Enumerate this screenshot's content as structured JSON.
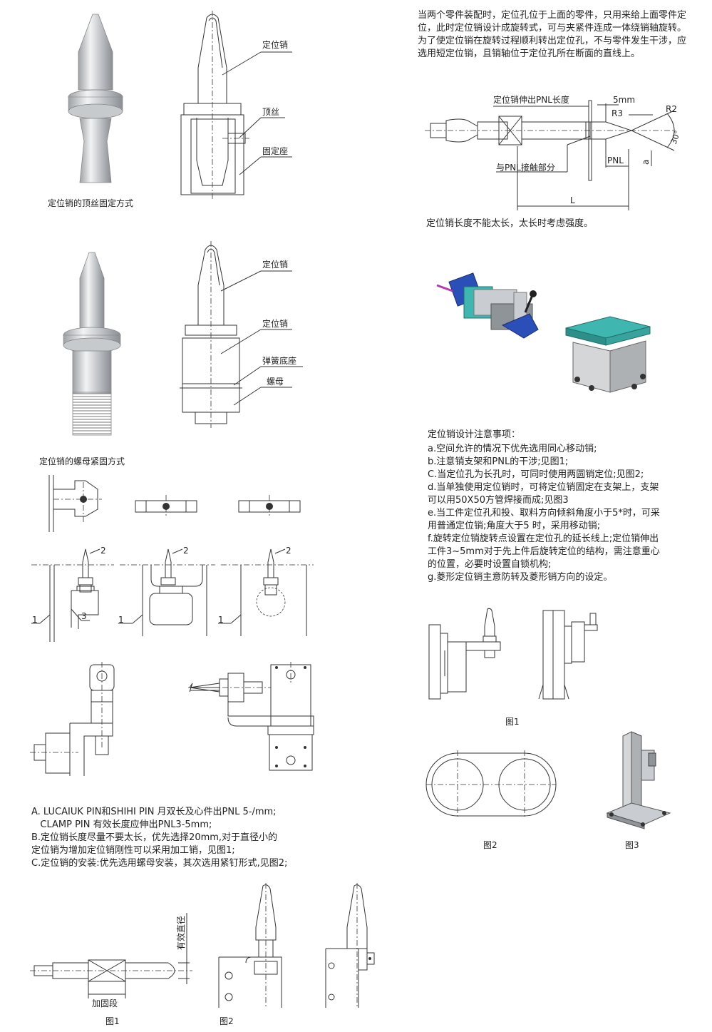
{
  "left": {
    "fig1_caption": "定位销的顶丝固定方式",
    "fig1_labels": {
      "pin": "定位销",
      "setscrew": "顶丝",
      "seat": "固定座"
    },
    "fig2_caption": "定位销的螺母紧固方式",
    "fig2_labels": {
      "pin": "定位销",
      "pin2": "定位销",
      "spring_seat": "弹簧底座",
      "nut": "螺母"
    },
    "num_labels": {
      "n1": "1",
      "n2": "2",
      "n3": "3"
    },
    "notes": [
      "A. LUCAIUK PIN和SHIHI PIN 月双长及心件出PNL 5-/mm;",
      "   CLAMP PIN 有效长度应伸出PNL3-5mm;",
      "B.定位销长度尽量不要太长，优先选择20mm,对于直径小的",
      "定位销为增加定位销刚性可以采用加工销，见图1;",
      "C.定位销的安装:优先选用螺母安装，其次选用紧钉形式,见图2;"
    ],
    "bottom_labels": {
      "eff_dia": "有效直径",
      "reinforce": "加固段"
    },
    "bottom_captions": {
      "fig1": "图1",
      "fig2": "图2"
    }
  },
  "right": {
    "intro": "当两个零件装配时，定位孔位于上面的零件，只用来给上面零件定位，此时定位销设计成旋转式，可与夹紧件连成一体绕销轴旋转。为了使定位销在旋转过程顺利转出定位孔，不与零件发生干涉，应选用短定位销，且销轴位于定位孔所在断面的直线上。",
    "dim_labels": {
      "protrude": "定位销伸出PNL长度",
      "mm5": "5mm",
      "r3": "R3",
      "r2": "R2",
      "deg30": "30°",
      "pnl": "PNL",
      "a": "a",
      "contact": "与PNL接触部分",
      "L": "L"
    },
    "length_note": "定位销长度不能太长，太长时考虑强度。",
    "design_title": "定位销设计注意事项：",
    "design_items": [
      "a.空间允许的情况下优先选用同心移动销;",
      "b.注意销支架和PNL的干涉;见图1;",
      "C.当定位孔为长孔时，可同时使用两圆销定位;见图2;",
      "d.当单独使用定位销时，可将定位销固定在支架上，支架",
      "可以用50X50方管焊接而成;见图3",
      "e.当工件定位孔和投、取料方向倾斜角度小于5*时，可采",
      "用普通定位销;角度大于5 时，采用移动销;",
      "f.旋转定位销旋转点设置在定位孔的延长线上;定位销伸出",
      "工件3~5mm对于先上件后旋转定位的结构，需注意重心",
      "的位置，必要时设置自锁机构;",
      "g.菱形定位销主意防转及菱形销方向的设定。"
    ],
    "captions": {
      "fig1": "图1",
      "fig2": "图2",
      "fig3": "图3"
    }
  },
  "colors": {
    "teal": "#3fb7b0",
    "blue": "#2a4fb8",
    "gray": "#8f9498",
    "metal": "#c9ccd0"
  }
}
